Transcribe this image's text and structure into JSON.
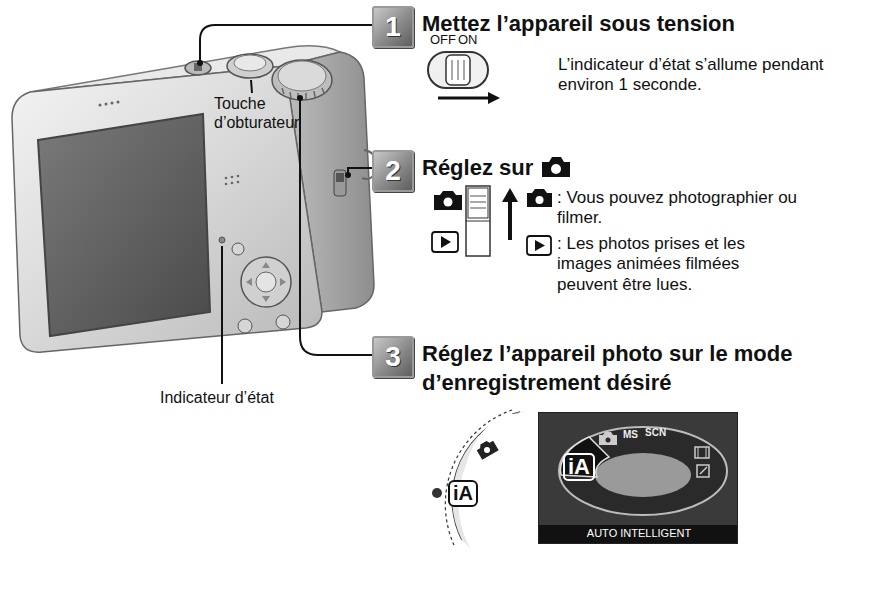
{
  "diagram": {
    "nodes": [
      {
        "text": [
          "1",
          "Mettez l’appareil sous tension"
        ]
      },
      {
        "text": [
          "2",
          "Réglez sur"
        ]
      },
      {
        "text": [
          "3",
          "Réglez l’appareil photo sur le mode d’enregistrement désiré"
        ]
      },
      {
        "text": [
          "iA",
          "MS",
          "SCN",
          "AUTO INTELLIGENT"
        ]
      }
    ],
    "labels": [
      "Touche d’obturateur",
      "Indicateur d’état",
      "OFF",
      "ON",
      "L’indicateur d’état s’allume pendant environ 1 seconde.",
      ": Vous pouvez photographier ou filmer.",
      ": Les photos prises et les images animées filmées peuvent être lues.",
      "iA"
    ]
  }
}
